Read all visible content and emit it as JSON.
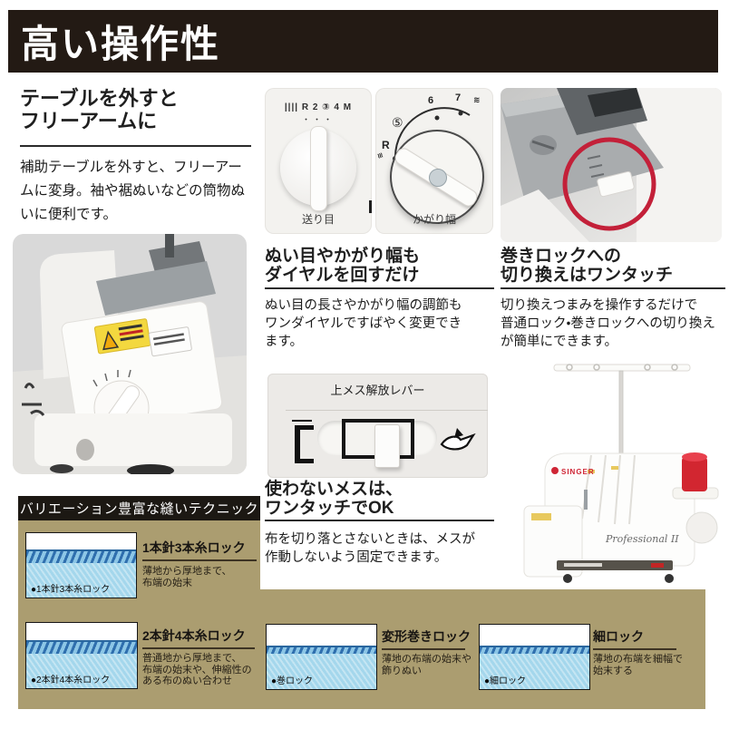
{
  "page": {
    "banner_title": "高い操作性"
  },
  "free_arm": {
    "heading": "テーブルを外すと\nフリーアームに",
    "body": "補助テーブルを外すと、フリーアー\nムに変身。袖や裾ぬいなどの筒物ぬ\nいに便利です。"
  },
  "dials": {
    "feed_scale": "|||| R 2 ③ 4 M",
    "feed_dots": "・・・",
    "feed_label": "送り目",
    "width_marks": {
      "r": "R",
      "five": "⑤",
      "six": "6",
      "seven": "7",
      "wave": "≋"
    },
    "width_label": "かがり幅",
    "heading": "ぬい目やかがり幅も\nダイヤルを回すだけ",
    "body": "ぬい目の長さやかがり幅の調節も\nワンダイヤルですばやく変更でき\nます。"
  },
  "rolled_lock": {
    "heading": "巻きロックへの\n切り換えはワンタッチ",
    "body": "切り換えつまみを操作するだけで\n普通ロック・巻きロックへの切り換え\nが簡単にできます。"
  },
  "knife": {
    "panel_label": "上メス解放レバー",
    "heading": "使わないメスは、\nワンタッチでOK",
    "body": "布を切り落とさないときは、メスが\n作動しないよう固定できます。"
  },
  "machine": {
    "brand": "SINGER",
    "model": "Professional II"
  },
  "techniques": {
    "bar_title": "バリエーション豊富な縫いテクニック",
    "items": [
      {
        "title": "1本針3本糸ロック",
        "caption": "●1本針3本糸ロック",
        "desc": "薄地から厚地まで、\n布端の始末"
      },
      {
        "title": "2本針4本糸ロック",
        "caption": "●2本針4本糸ロック",
        "desc": "普通地から厚地まで、\n布端の始末や、伸縮性の\nある布のぬい合わせ"
      },
      {
        "title": "変形巻きロック",
        "caption": "●巻ロック",
        "desc": "薄地の布端の始末や\n飾りぬい"
      },
      {
        "title": "細ロック",
        "caption": "●細ロック",
        "desc": "薄地の布端を細幅で\n始末する"
      }
    ]
  },
  "colors": {
    "banner_bg": "#231a14",
    "tan_bg": "#ab9d70",
    "techbar_bg": "#1c1813",
    "accent_red": "#c32039",
    "fabric_blue": "#a4d7ec",
    "stitch_blue": "#2f6fae"
  }
}
